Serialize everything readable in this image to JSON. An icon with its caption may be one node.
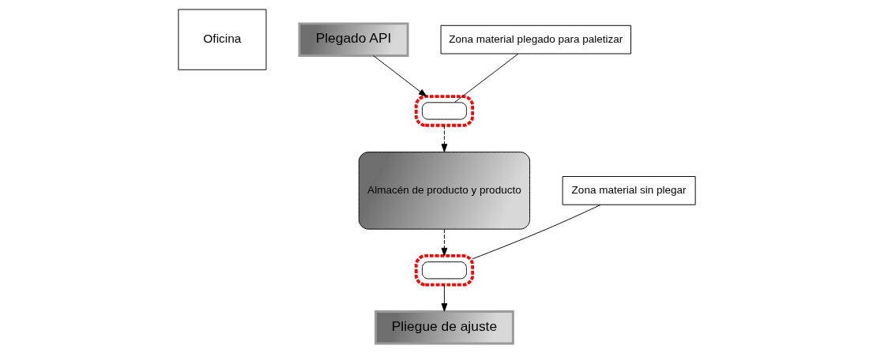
{
  "diagram": {
    "nodes": [
      {
        "text": [
          "Oficina"
        ]
      },
      {
        "text": [
          "Plegado API"
        ]
      },
      {
        "text": [
          "Zona material sin plegar"
        ]
      },
      {
        "text": [
          "Zona material plegado para paletizar"
        ]
      },
      {
        "text": [],
        "shape": "ellipse"
      },
      {
        "text": [],
        "shape": "box",
        "in": 4
      },
      {
        "text": [],
        "shape": "ellipse"
      },
      {
        "text": [],
        "shape": "box",
        "in": 6
      },
      {
        "text": [
          "Pliegue de ajuste"
        ]
      },
      {
        "text": [
          "Almacén de producto y producto"
        ]
      }
    ],
    "edges": [
      {
        "from": 1,
        "to": 4,
        "arrow": "to"
      },
      {
        "from": 3,
        "to": 5,
        "arrow": "none"
      },
      {
        "from": 2,
        "to": 6,
        "arrow": "none"
      },
      {
        "from": 6,
        "to": 8,
        "arrow": "to"
      },
      {
        "from": 4,
        "to": 9,
        "arrow": "to",
        "style": "dashed"
      },
      {
        "from": 9,
        "to": 6,
        "arrow": "to",
        "style": "dashed"
      }
    ]
  }
}
